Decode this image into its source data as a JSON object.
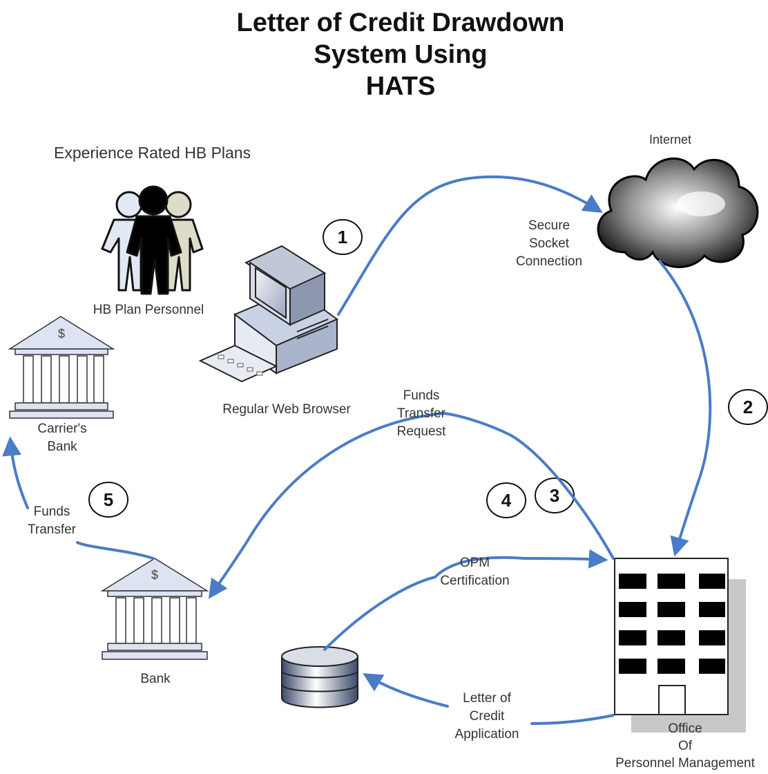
{
  "title": {
    "line1": "Letter of Credit Drawdown",
    "line2": "System Using",
    "line3": "HATS"
  },
  "heading": "Experience Rated HB Plans",
  "labels": {
    "internet": "Internet",
    "secure_socket": [
      "Secure",
      "Socket",
      "Connection"
    ],
    "hb_personnel": "HB Plan Personnel",
    "web_browser": "Regular Web Browser",
    "carriers_bank": [
      "Carrier's",
      "Bank"
    ],
    "funds_transfer_request": [
      "Funds",
      "Transfer",
      "Request"
    ],
    "funds_transfer": [
      "Funds",
      "Transfer"
    ],
    "opm_certification": [
      "OPM",
      "Certification"
    ],
    "bank": "Bank",
    "loc_application": [
      "Letter of",
      "Credit",
      "Application"
    ],
    "opm_office": [
      "Office",
      "Of",
      "Personnel Management"
    ],
    "dollar_sign": "$"
  },
  "steps": [
    "1",
    "2",
    "3",
    "4",
    "5"
  ],
  "colors": {
    "arrow": "#4a7cc7",
    "window": "#000000",
    "building_shadow": "#c8c8c8",
    "bank_fill": "#dde3f3"
  }
}
